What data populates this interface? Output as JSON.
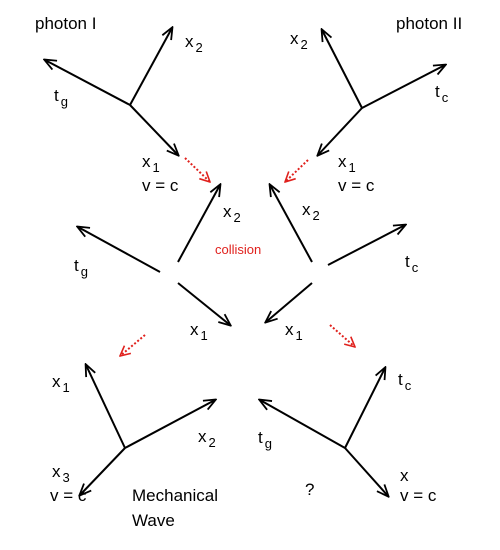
{
  "colors": {
    "ink": "#000000",
    "accent": "#e0211d"
  },
  "panels": {
    "photon_1": {
      "title": "photon I",
      "axis_x2": {
        "var": "x",
        "sub": "2"
      },
      "axis_t": {
        "var": "t",
        "sub": "g"
      },
      "axis_x1": {
        "var": "x",
        "sub": "1"
      },
      "speed": "v = c"
    },
    "photon_2": {
      "title": "photon II",
      "axis_x2": {
        "var": "x",
        "sub": "2"
      },
      "axis_t": {
        "var": "t",
        "sub": "c"
      },
      "axis_x1": {
        "var": "x",
        "sub": "1"
      },
      "speed": "v = c"
    },
    "collision": {
      "label": "collision",
      "left": {
        "axis_x2": {
          "var": "x",
          "sub": "2"
        },
        "axis_t": {
          "var": "t",
          "sub": "g"
        },
        "axis_x1": {
          "var": "x",
          "sub": "1"
        }
      },
      "right": {
        "axis_x2": {
          "var": "x",
          "sub": "2"
        },
        "axis_t": {
          "var": "t",
          "sub": "c"
        },
        "axis_x1": {
          "var": "x",
          "sub": "1"
        }
      }
    },
    "mechanical_wave": {
      "axis_x1": {
        "var": "x",
        "sub": "1"
      },
      "axis_x2": {
        "var": "x",
        "sub": "2"
      },
      "axis_x3": {
        "var": "x",
        "sub": "3"
      },
      "speed": "v = c",
      "caption_line1": "Mechanical",
      "caption_line2": "Wave"
    },
    "unknown": {
      "axis_t_top": {
        "var": "t",
        "sub": "c"
      },
      "axis_t_left": {
        "var": "t",
        "sub": "g"
      },
      "axis_x": {
        "var": "x"
      },
      "speed": "v = c",
      "question": "?"
    }
  }
}
